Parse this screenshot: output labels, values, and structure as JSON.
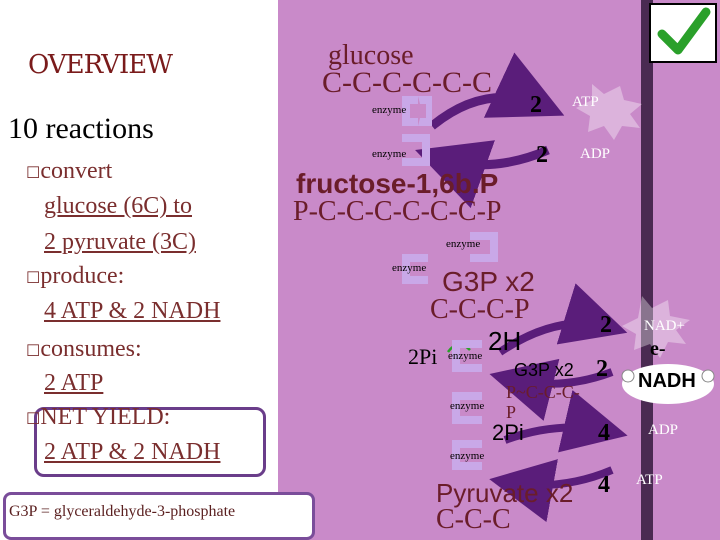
{
  "left": {
    "overview": "OVERVIEW",
    "reactions": "10 reactions",
    "bullets": [
      {
        "head": "convert",
        "lines": [
          "glucose (6C) to",
          "2 pyruvate (3C)"
        ]
      },
      {
        "head": "produce:",
        "lines": [
          "4 ATP & 2 NADH"
        ]
      },
      {
        "head": "consumes:",
        "lines": [
          "2 ATP"
        ]
      },
      {
        "head": "NET YIELD:",
        "lines": [
          "2 ATP & 2 NADH"
        ]
      }
    ],
    "bullet_glyph": "☐",
    "footnote": "G3P = glyceraldehyde-3-phosphate"
  },
  "pathway": {
    "glucose": "glucose",
    "glucose_chain": "C-C-C-C-C-C",
    "enzyme": "enzyme",
    "fructose": "fructose-1,6b.P",
    "fructose_chain": "P-C-C-C-C-C-C-P",
    "g3p": "G3P x2",
    "g3p_chain": "C-C-C-P",
    "two_h": "2H",
    "two_pi_1": "2Pi",
    "g3p_small": "G3P x2",
    "bpg_chain_1": "P~C-C-C-",
    "bpg_chain_2": "P",
    "two_pi_2": "2Pi",
    "pyruvate": "Pyruvate x2",
    "pyruvate_chain": "C-C-C"
  },
  "side": {
    "n1": "2",
    "atp1": "ATP",
    "n2": "2",
    "adp1": "ADP",
    "n3": "2",
    "nad": "NAD+",
    "electron": "e-",
    "n4": "2",
    "nadh": "NADH",
    "n5": "4",
    "adp2": "ADP",
    "n6": "4",
    "atp2": "ATP"
  },
  "colors": {
    "accent": "#c98ac9",
    "dark_red": "#6a1d2a",
    "checkmark": "#2aa02a"
  },
  "icons": [
    "checkmark-icon",
    "enzyme-icon",
    "curved-arrow-icon",
    "starburst-icon",
    "nadh-molecule-icon"
  ]
}
